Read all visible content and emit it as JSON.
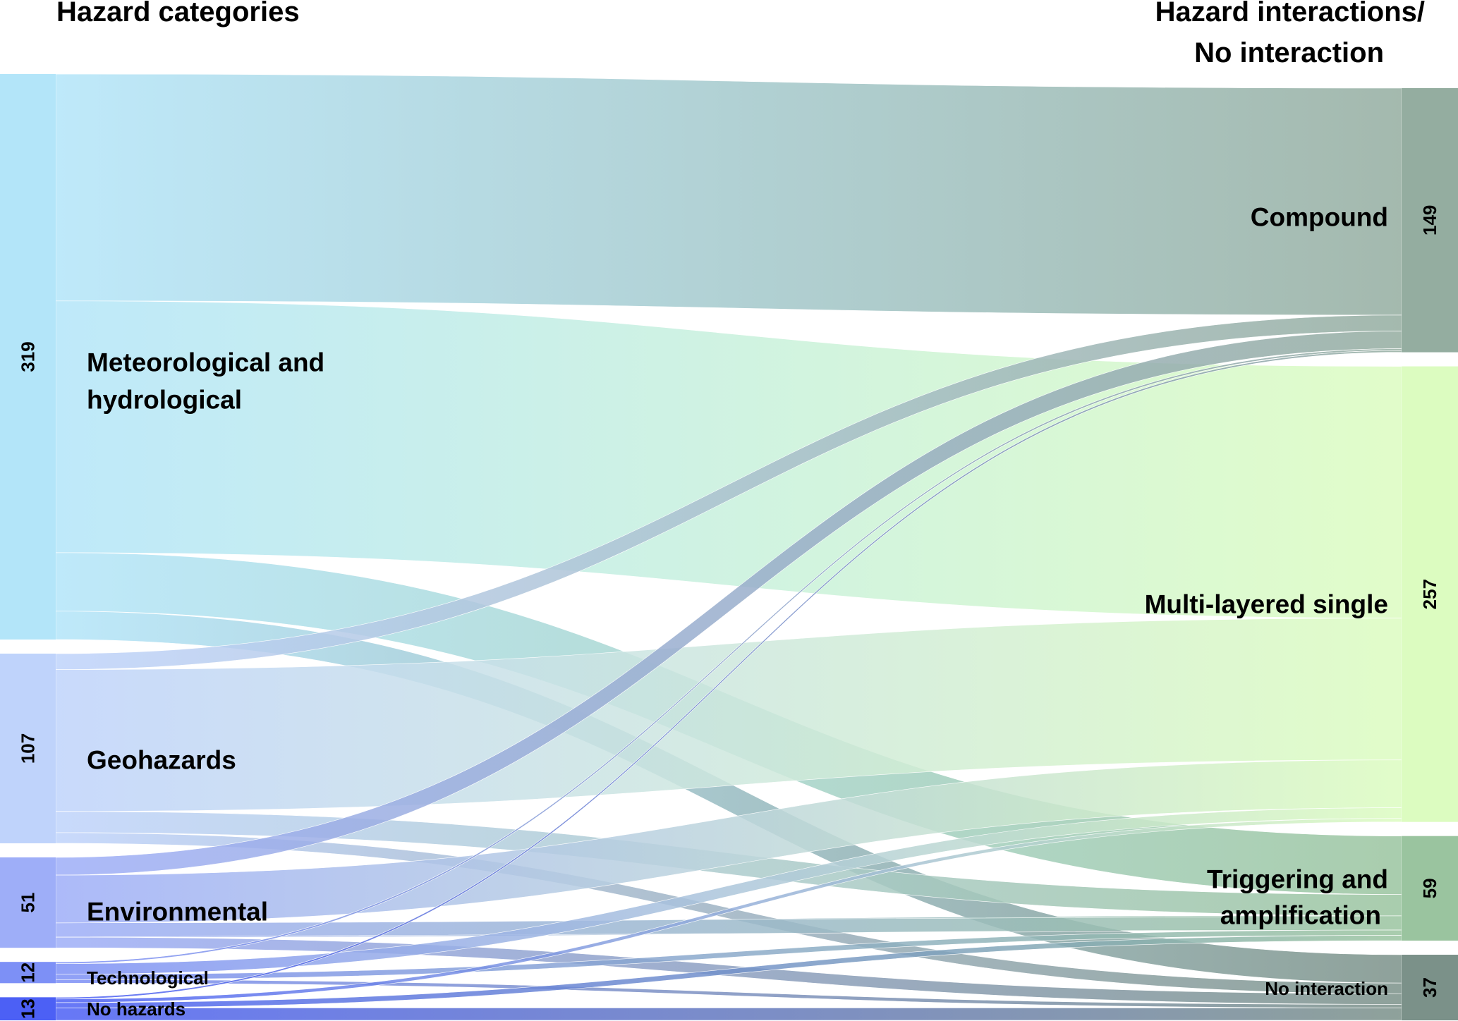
{
  "chart_data": {
    "type": "sankey",
    "left_title": "Hazard categories",
    "right_title_lines": [
      "Hazard interactions/",
      "No interaction"
    ],
    "sources": [
      {
        "id": "met",
        "label_lines": [
          "Meteorological and",
          "hydrological"
        ],
        "value": 319,
        "value_label": "319",
        "color": "#b3e5f9"
      },
      {
        "id": "geo",
        "label_lines": [
          "Geohazards"
        ],
        "value": 107,
        "value_label": "107",
        "color": "#bfd3fb"
      },
      {
        "id": "env",
        "label_lines": [
          "Environmental"
        ],
        "value": 51,
        "value_label": "51",
        "color": "#9eaef8"
      },
      {
        "id": "tech",
        "label_lines": [
          "Technological"
        ],
        "value": 12,
        "value_label": "12",
        "color": "#7d90f6"
      },
      {
        "id": "none",
        "label_lines": [
          "No hazards"
        ],
        "value": 13,
        "value_label": "13",
        "color": "#4c60f5"
      }
    ],
    "targets": [
      {
        "id": "comp",
        "label_lines": [
          "Compound"
        ],
        "value": 149,
        "value_label": "149",
        "color": "#94ada0"
      },
      {
        "id": "multi",
        "label_lines": [
          "Multi-layered single"
        ],
        "value": 257,
        "value_label": "257",
        "color": "#dcfcc0"
      },
      {
        "id": "trig",
        "label_lines": [
          "Triggering and",
          "amplification"
        ],
        "value": 59,
        "value_label": "59",
        "color": "#9ac49f"
      },
      {
        "id": "noint",
        "label_lines": [
          "No interaction"
        ],
        "value": 37,
        "value_label": "37",
        "color": "#7b9189"
      }
    ],
    "links": [
      {
        "source": "met",
        "target": "comp",
        "value": 128
      },
      {
        "source": "met",
        "target": "multi",
        "value": 142
      },
      {
        "source": "met",
        "target": "trig",
        "value": 33
      },
      {
        "source": "met",
        "target": "noint",
        "value": 16
      },
      {
        "source": "geo",
        "target": "comp",
        "value": 9
      },
      {
        "source": "geo",
        "target": "multi",
        "value": 80
      },
      {
        "source": "geo",
        "target": "trig",
        "value": 12
      },
      {
        "source": "geo",
        "target": "noint",
        "value": 6
      },
      {
        "source": "env",
        "target": "comp",
        "value": 10
      },
      {
        "source": "env",
        "target": "multi",
        "value": 27
      },
      {
        "source": "env",
        "target": "trig",
        "value": 8
      },
      {
        "source": "env",
        "target": "noint",
        "value": 6
      },
      {
        "source": "tech",
        "target": "comp",
        "value": 1
      },
      {
        "source": "tech",
        "target": "multi",
        "value": 6
      },
      {
        "source": "tech",
        "target": "trig",
        "value": 3
      },
      {
        "source": "tech",
        "target": "noint",
        "value": 2
      },
      {
        "source": "none",
        "target": "comp",
        "value": 1
      },
      {
        "source": "none",
        "target": "multi",
        "value": 2
      },
      {
        "source": "none",
        "target": "trig",
        "value": 3
      },
      {
        "source": "none",
        "target": "noint",
        "value": 7
      }
    ]
  }
}
